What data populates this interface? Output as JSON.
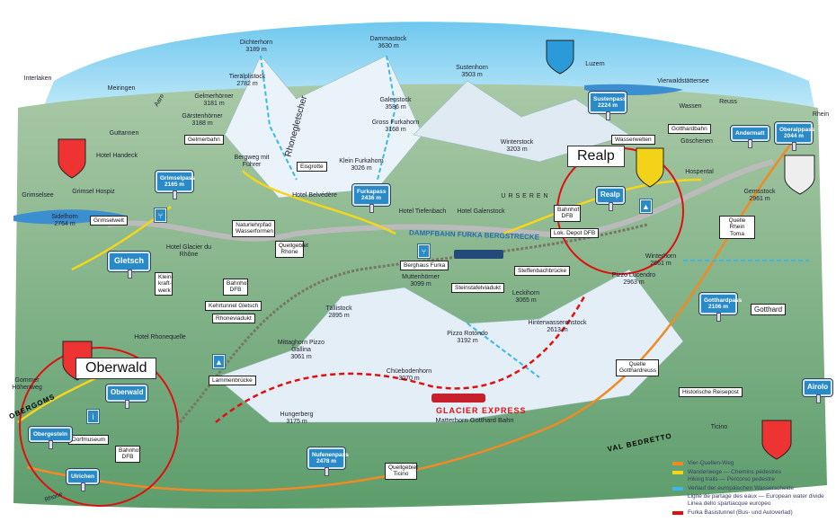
{
  "colors": {
    "sky": "#8fd3f0",
    "terrain": "#7fb58a",
    "snow": "#e8f2f8",
    "trail": "#f5d61a",
    "route": "#f08a24",
    "divide": "#3bb8e8",
    "marker": "#e01010",
    "sign": "#2a8ac8"
  },
  "peaks": [
    {
      "name": "Dichterhorn",
      "alt": "3189 m"
    },
    {
      "name": "Tierälplistock",
      "alt": "2782 m"
    },
    {
      "name": "Dammastock",
      "alt": "3630 m"
    },
    {
      "name": "Gelmerhörner",
      "alt": "3181 m"
    },
    {
      "name": "Gärstenhörner",
      "alt": "3188 m"
    },
    {
      "name": "Galenstock",
      "alt": "3586 m"
    },
    {
      "name": "Gross Furkahorn",
      "alt": "3168 m"
    },
    {
      "name": "Sustenhorn",
      "alt": "3503 m"
    },
    {
      "name": "Klein Furkahorn",
      "alt": "3026 m"
    },
    {
      "name": "Winterstock",
      "alt": "3203 m"
    },
    {
      "name": "Sidelhorn",
      "alt": "2764 m"
    },
    {
      "name": "Tällistock",
      "alt": "2895 m"
    },
    {
      "name": "Muttenhörner",
      "alt": "3099 m"
    },
    {
      "name": "Leckihorn",
      "alt": "3065 m"
    },
    {
      "name": "Winterhorn",
      "alt": "2661 m"
    },
    {
      "name": "Pizzo Lucendro",
      "alt": "2963 m"
    },
    {
      "name": "Hinterwasserenstock",
      "alt": "2613 m"
    },
    {
      "name": "Pizzo Rotondo",
      "alt": "3192 m"
    },
    {
      "name": "Mittaghorn Pizzo Gallina",
      "alt": "3061 m"
    },
    {
      "name": "Chüebodenhorn",
      "alt": "3070 m"
    },
    {
      "name": "Hungerberg",
      "alt": "3175 m"
    },
    {
      "name": "Gemsstock",
      "alt": "2961 m"
    }
  ],
  "places": [
    "Interlaken",
    "Meiringen",
    "Luzern",
    "Vierwaldstättersee",
    "Wassen",
    "Göschenen",
    "Hospental",
    "Guttannen",
    "Hotel Handeck",
    "Grimselsee",
    "Grimsel Hospiz",
    "Hotel Belvédère",
    "Hotel Glacier du Rhône",
    "Hotel Rhonequelle",
    "Hotel Tiefenbach",
    "Hotel Galenstock",
    "Gommer Höhenweg",
    "Bergweg mit Führer",
    "URSEREN",
    "Aare",
    "Rhone",
    "Reuss",
    "Ticino",
    "Rhein",
    "Rhonegletscher"
  ],
  "boxes": [
    "Gelmerbahn",
    "Eisgrotte",
    "Grimselwelt",
    "Naturlehrpfad Wasserformen",
    "Quellgebiet Rhone",
    "Klein-kraft-werk",
    "Bahnhof DFB",
    "Kehrtunnel Gletsch",
    "Rhoneviadukt",
    "Lammenbrücke",
    "Berghaus Furka",
    "Steffenbachbrücke",
    "Steinstafelviadukt",
    "Bahnhof DFB",
    "Lok. Depot DFB",
    "Wasserwelten",
    "Gotthardbahn",
    "Quelle Rhein Toma",
    "Gotthard",
    "Quelle Gotthardreuss",
    "Historische Reisepost",
    "Dorfmuseum",
    "Bahnhof DFB",
    "Quellgebiet Ticino"
  ],
  "highlights": {
    "realp": "Realp",
    "oberwald": "Oberwald"
  },
  "signs": [
    "Grimselpass 2165 m",
    "Furkapass 2436 m",
    "Gletsch",
    "Oberwald",
    "Obergesteln",
    "Ulrichen",
    "Nufenenpass 2478 m",
    "Realp",
    "Andermatt",
    "Oberalppass 2044 m",
    "Sustenpass 2224 m",
    "Gotthardpass 2106 m",
    "Airolo"
  ],
  "titles": {
    "dfb": "DAMPFBAHN FURKA BERGSTRECKE",
    "glacier": "GLACIER EXPRESS",
    "mgb": "Matterhorn Gotthard Bahn",
    "obergoms": "OBERGOMS",
    "bedretto": "VAL BEDRETTO"
  },
  "legend": [
    {
      "label": "Vier-Quellen-Weg",
      "color": "#f08a24"
    },
    {
      "label": "Wanderwege — Chemins pédestres\nHiking trails — Percorso pedestre",
      "color": "#f5d61a"
    },
    {
      "label": "Verlauf der europäischen Wasserscheide\nLigne de partage des eaux — European water divide\nLinea dello spartiacque europeo",
      "color": "#3bb8e8"
    },
    {
      "label": "Furka Basistunnel (Bus- und Autoverlad)",
      "color": "#e01010"
    }
  ]
}
